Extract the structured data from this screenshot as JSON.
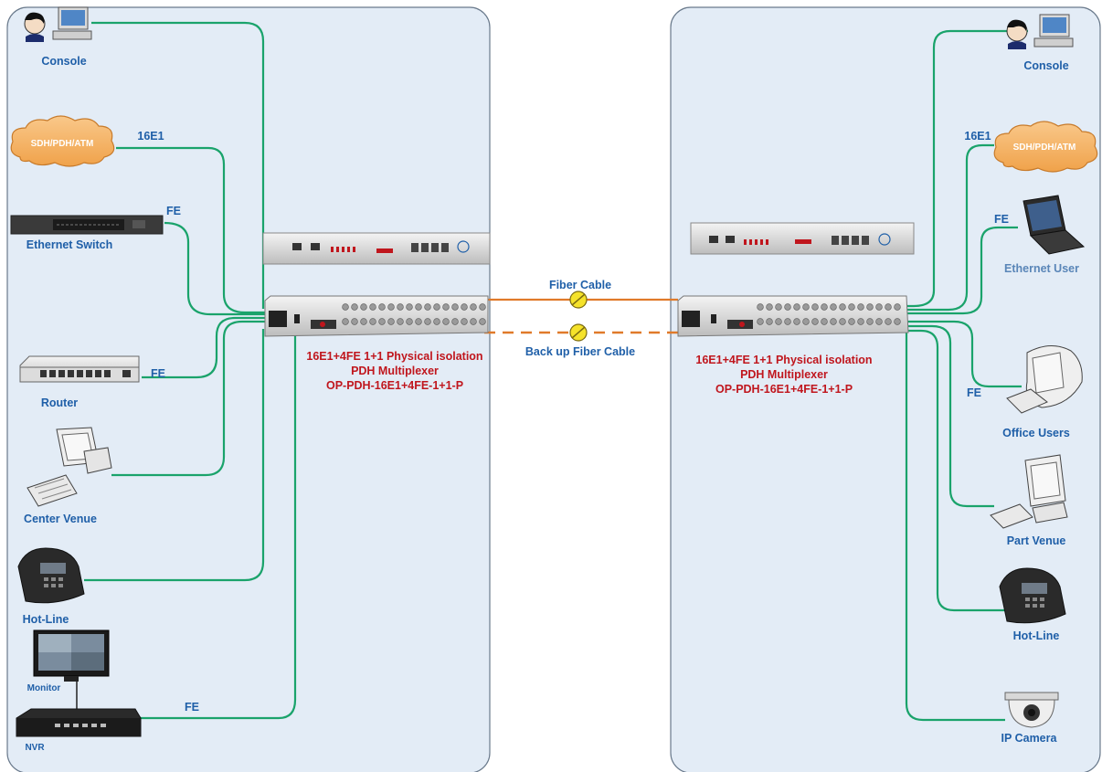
{
  "left_site": {
    "devices": {
      "console": "Console",
      "cloud": "SDH/PDH/ATM",
      "switch": "Ethernet Switch",
      "router": "Router",
      "center_venue": "Center Venue",
      "hotline": "Hot-Line",
      "monitor": "Monitor",
      "nvr": "NVR"
    },
    "links": {
      "e1": "16E1",
      "fe_switch": "FE",
      "fe_router": "FE",
      "fe_nvr": "FE"
    },
    "mux_caption": [
      "16E1+4FE 1+1 Physical isolation",
      "PDH Multiplexer",
      "OP-PDH-16E1+4FE-1+1-P"
    ]
  },
  "right_site": {
    "devices": {
      "console": "Console",
      "cloud": "SDH/PDH/ATM",
      "ethernet_user": "Ethernet User",
      "office_users": "Office Users",
      "part_venue": "Part Venue",
      "hotline": "Hot-Line",
      "ip_camera": "IP Camera"
    },
    "links": {
      "e1": "16E1",
      "fe_eth": "FE",
      "fe_office": "FE"
    },
    "mux_caption": [
      "16E1+4FE 1+1 Physical isolation",
      "PDH Multiplexer",
      "OP-PDH-16E1+4FE-1+1-P"
    ]
  },
  "fiber": {
    "main": "Fiber Cable",
    "backup": "Back up Fiber Cable"
  },
  "colors": {
    "panel_fill": "#e3ecf6",
    "link_green": "#1aa36b",
    "fiber_orange": "#e07a2a",
    "label_blue": "#1f5fa8",
    "caption_red": "#c0161d"
  }
}
